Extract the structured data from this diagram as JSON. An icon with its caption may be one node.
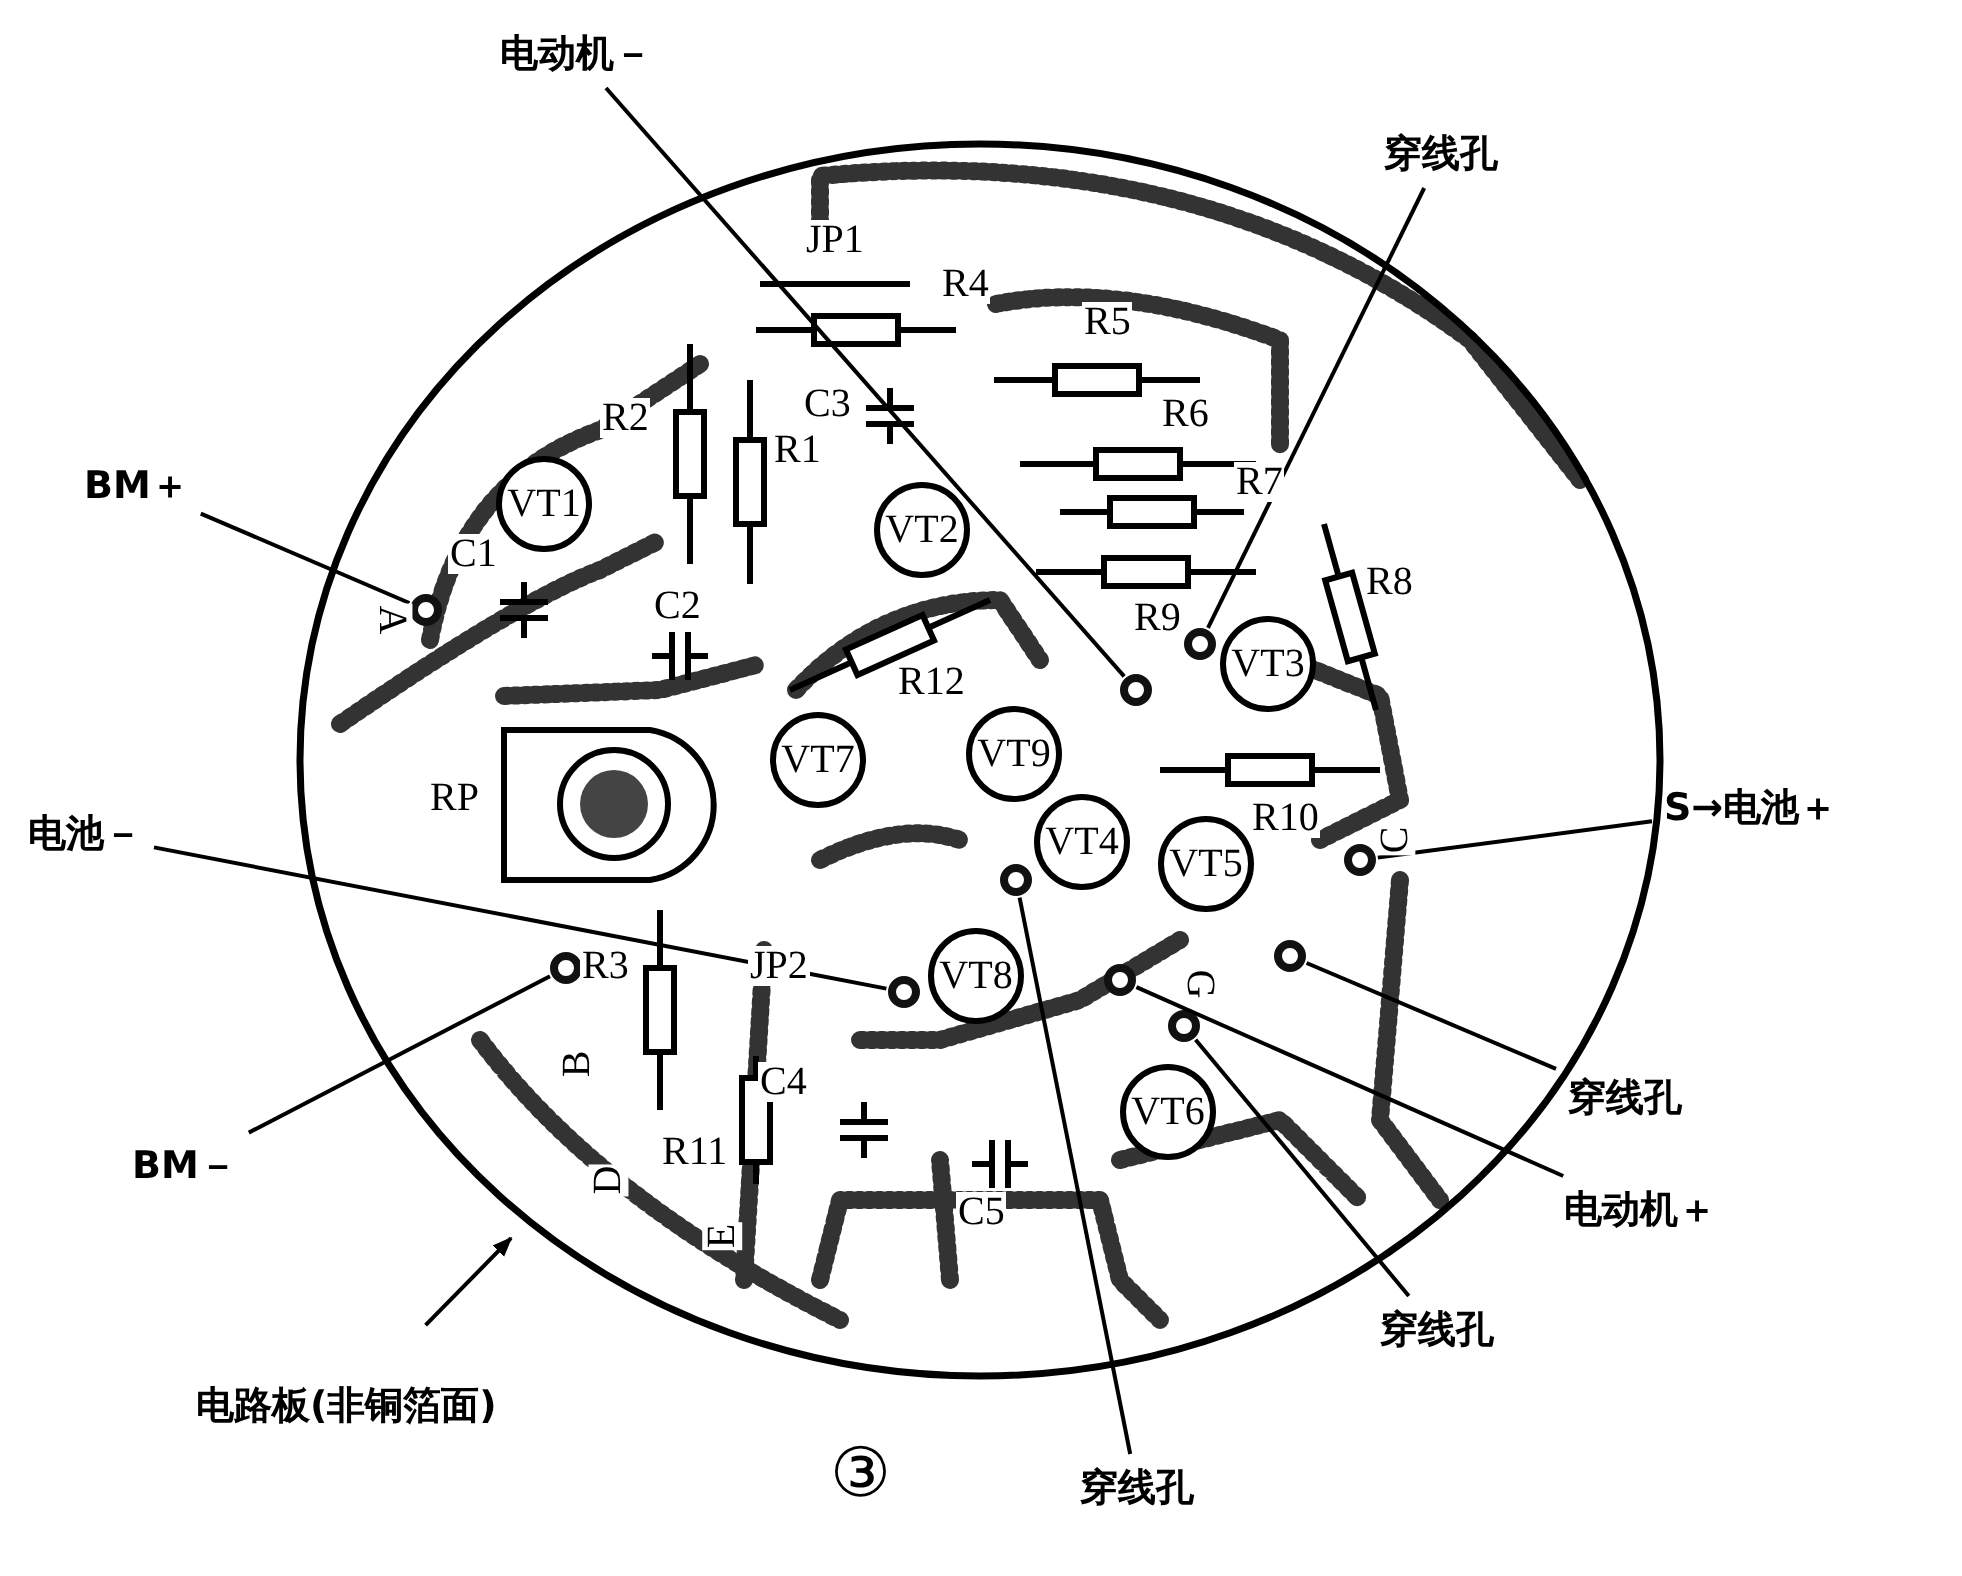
{
  "diagram": {
    "nodes": [
      {
        "text": [
          "电动机－"
        ]
      },
      {
        "text": [
          "穿线孔"
        ]
      },
      {
        "text": [],
        "shape": "circle"
      },
      {
        "text": [
          "VT1"
        ],
        "in": 2
      },
      {
        "text": [
          "VT2"
        ],
        "in": 2
      },
      {
        "text": [
          "VT3"
        ],
        "in": 2
      },
      {
        "text": [
          "VT7"
        ],
        "in": 2
      },
      {
        "text": [
          "VT9"
        ],
        "in": 2
      },
      {
        "text": [
          "VT4"
        ],
        "in": 2
      },
      {
        "text": [
          "VT5"
        ],
        "in": 2
      },
      {
        "text": [
          "VT8"
        ],
        "in": 2
      },
      {
        "text": [
          "VT6"
        ],
        "in": 2
      },
      {
        "text": [],
        "shape": "circle",
        "in": 2
      },
      {
        "text": [],
        "shape": "circle",
        "in": 2
      },
      {
        "text": [],
        "shape": "circle",
        "in": 2
      },
      {
        "text": [],
        "shape": "circle",
        "in": 2
      },
      {
        "text": [],
        "shape": "circle",
        "in": 2
      },
      {
        "text": [],
        "shape": "circle",
        "in": 2
      },
      {
        "text": [],
        "shape": "circle",
        "in": 2
      },
      {
        "text": [],
        "shape": "circle",
        "in": 2
      },
      {
        "text": [],
        "shape": "circle",
        "in": 2
      },
      {
        "text": [],
        "shape": "circle",
        "in": 2
      },
      {
        "text": [
          "BM＋"
        ]
      },
      {
        "text": [
          "电池－"
        ]
      },
      {
        "text": [
          "S→电池＋"
        ]
      },
      {
        "text": [
          "穿线孔"
        ]
      },
      {
        "text": [
          "BM－"
        ]
      },
      {
        "text": [
          "电动机＋"
        ]
      },
      {
        "text": [
          "穿线孔"
        ]
      },
      {
        "text": [
          "电路板(非铜箔面)"
        ]
      },
      {
        "text": [
          "穿线孔"
        ]
      }
    ],
    "edges": [
      {
        "from": 0,
        "to": 12,
        "arrow": "none"
      },
      {
        "from": 1,
        "to": 13,
        "arrow": "none"
      },
      {
        "from": 22,
        "to": 14,
        "arrow": "none"
      },
      {
        "from": 23,
        "to": 15,
        "arrow": "none"
      },
      {
        "from": 24,
        "to": 16,
        "arrow": "none"
      },
      {
        "from": 25,
        "to": 17,
        "arrow": "none"
      },
      {
        "from": 26,
        "to": 18,
        "arrow": "none"
      },
      {
        "from": 27,
        "to": 19,
        "arrow": "none"
      },
      {
        "from": 28,
        "to": 20,
        "arrow": "none"
      },
      {
        "from": 29,
        "to": 2,
        "arrow": "to"
      },
      {
        "from": 30,
        "to": 21,
        "arrow": "none"
      }
    ],
    "labels": [
      "JP1",
      "R4",
      "R5",
      "C3",
      "R6",
      "R2",
      "R1",
      "R7",
      "C1",
      "R8",
      "C2",
      "R9",
      "A",
      "R12",
      "RP",
      "R10",
      "C",
      "JP2",
      "R3",
      "G",
      "B",
      "C4",
      "R11",
      "D",
      "C5",
      "E",
      "③"
    ]
  }
}
